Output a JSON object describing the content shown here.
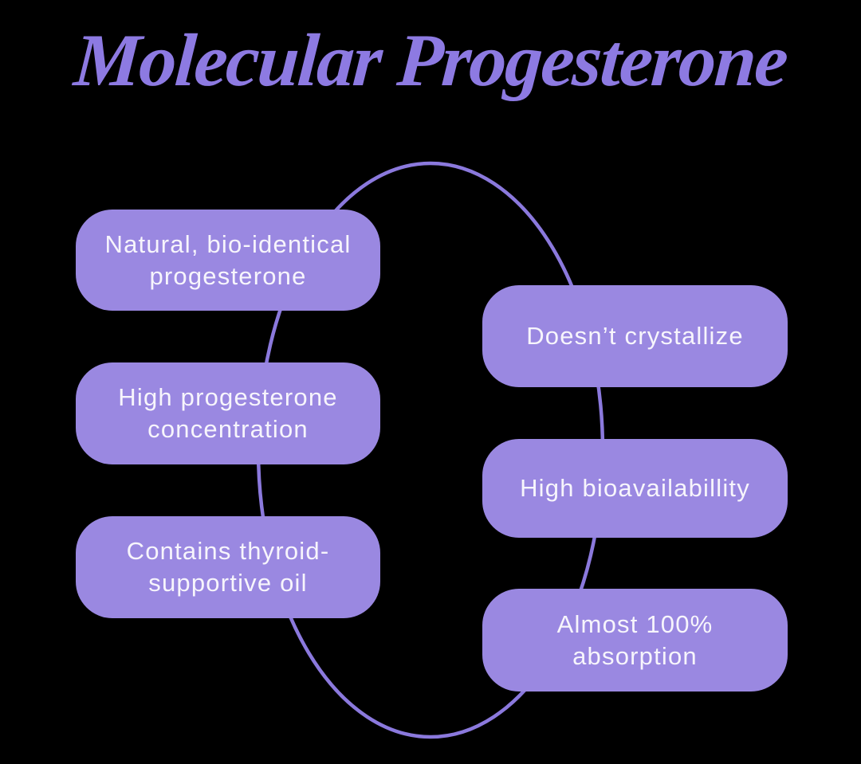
{
  "title": "Molecular Progesterone",
  "colors": {
    "background": "#000000",
    "box_fill": "#9a88e1",
    "box_text": "#f7f5fc",
    "ellipse_stroke": "#8b79dd",
    "title_color": "#8d7ae2"
  },
  "diagram": {
    "connector": "ellipse",
    "boxes": {
      "left": [
        {
          "lines": [
            "Natural, bio-identical",
            "progesterone"
          ]
        },
        {
          "lines": [
            "High progesterone",
            "concentration"
          ]
        },
        {
          "lines": [
            "Contains thyroid-",
            "supportive oil"
          ]
        }
      ],
      "right": [
        {
          "lines": [
            "Doesn’t crystallize"
          ]
        },
        {
          "lines": [
            "High bioavailabillity"
          ]
        },
        {
          "lines": [
            "Almost 100%",
            "absorption"
          ]
        }
      ]
    }
  }
}
